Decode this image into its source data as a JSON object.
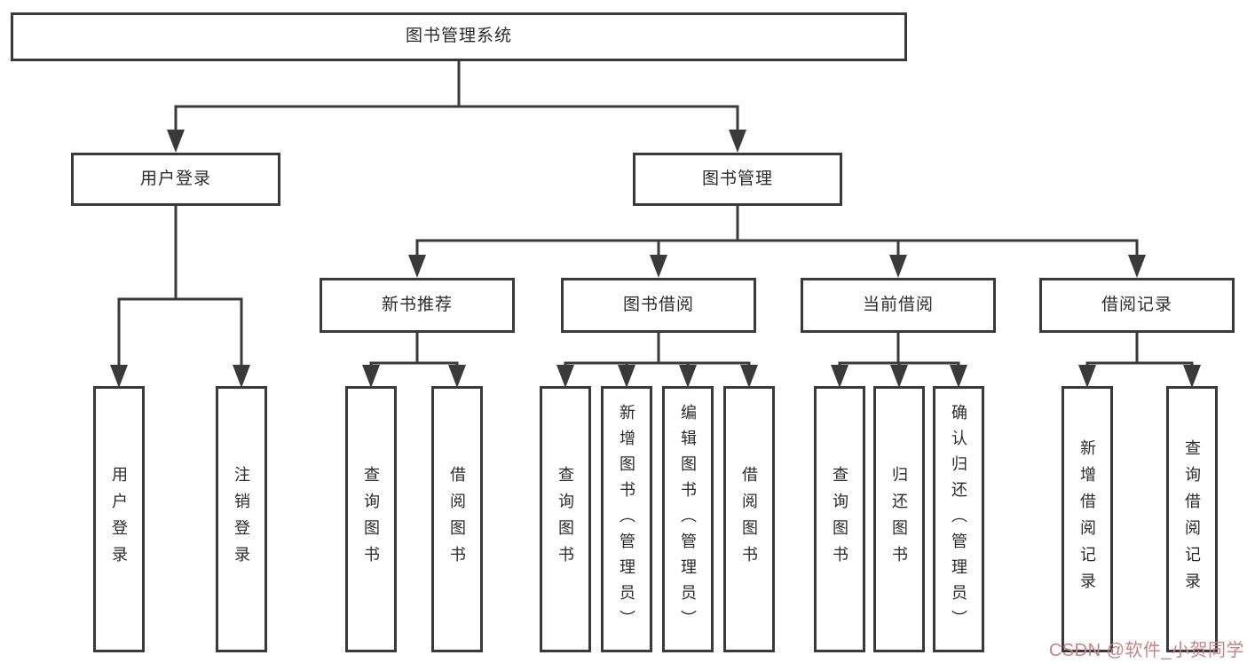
{
  "tree": {
    "label": "图书管理系统",
    "children": [
      {
        "label": "用户登录",
        "children": [
          {
            "label": "用户登录"
          },
          {
            "label": "注销登录"
          }
        ]
      },
      {
        "label": "图书管理",
        "children": [
          {
            "label": "新书推荐",
            "children": [
              {
                "label": "查询图书"
              },
              {
                "label": "借阅图书"
              }
            ]
          },
          {
            "label": "图书借阅",
            "children": [
              {
                "label": "查询图书"
              },
              {
                "label": "新增图书（管理员）"
              },
              {
                "label": "编辑图书（管理员）"
              },
              {
                "label": "借阅图书"
              }
            ]
          },
          {
            "label": "当前借阅",
            "children": [
              {
                "label": "查询图书"
              },
              {
                "label": "归还图书"
              },
              {
                "label": "确认归还（管理员）"
              }
            ]
          },
          {
            "label": "借阅记录",
            "children": [
              {
                "label": "新增借阅记录"
              },
              {
                "label": "查询借阅记录"
              }
            ]
          }
        ]
      }
    ]
  },
  "watermark": {
    "text": "CSDN @软件_小贺同学",
    "color": "#c8838a"
  },
  "colors": {
    "line": "#3a3a3a",
    "box_border": "#3a3a3a",
    "box_bg": "#ffffff",
    "text": "#2b2b2b",
    "background": "#ffffff"
  }
}
